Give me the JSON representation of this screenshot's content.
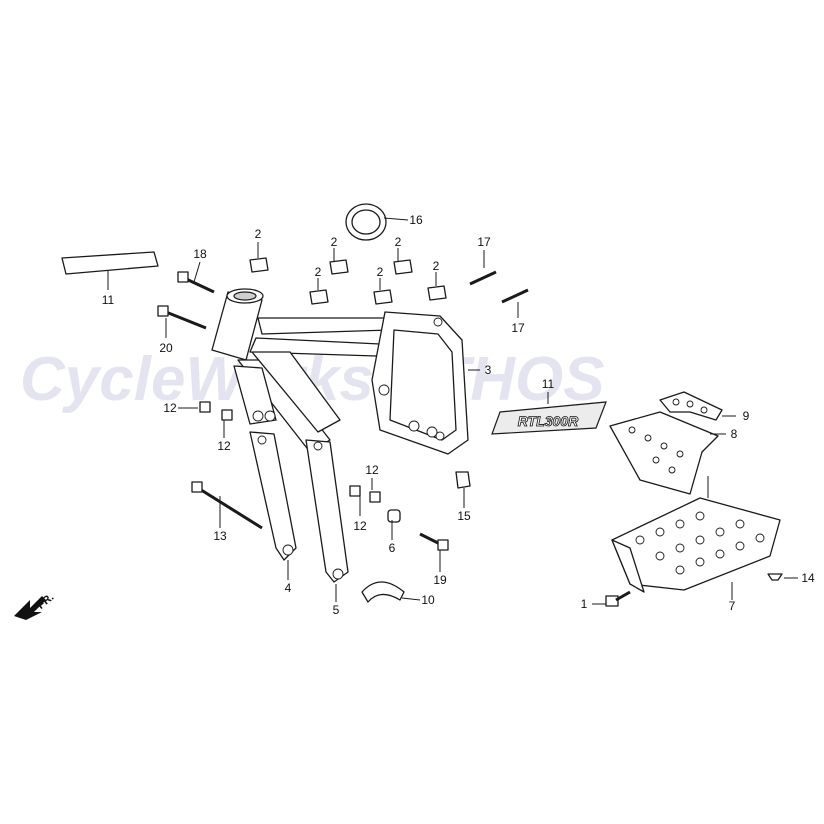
{
  "diagram": {
    "watermark": "CycleWorks ETHOS",
    "decal_text": "RTL300R",
    "front_indicator": "FR.",
    "callouts": [
      "1",
      "2",
      "3",
      "4",
      "5",
      "6",
      "7",
      "8",
      "9",
      "10",
      "11",
      "12",
      "13",
      "14",
      "15",
      "16",
      "17",
      "18",
      "19",
      "20"
    ]
  }
}
